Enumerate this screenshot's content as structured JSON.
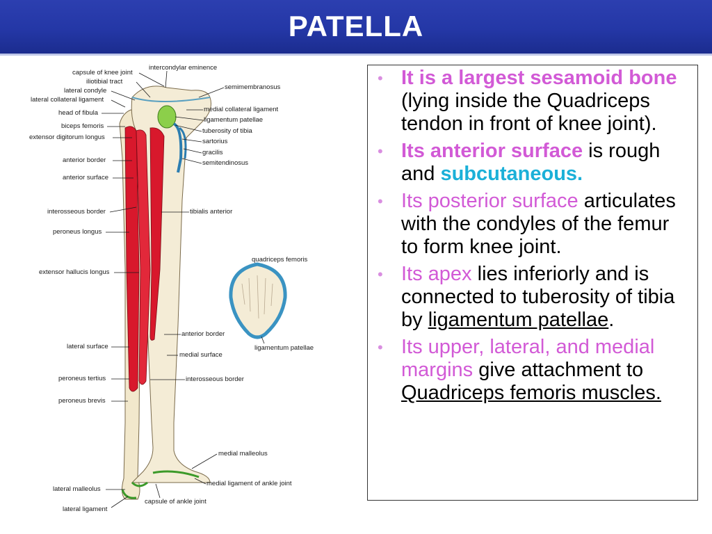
{
  "title": "PATELLA",
  "figure_labels": {
    "capsule_of_knee_joint": "capsule of knee joint",
    "intercondylar_eminence": "intercondylar eminence",
    "iliotibial_tract": "iliotibial tract",
    "lateral_condyle": "lateral condyle",
    "lateral_collateral_ligament": "lateral collateral ligament",
    "head_of_fibula": "head of fibula",
    "biceps_femoris": "biceps femoris",
    "extensor_digitorum_longus": "extensor digitorum longus",
    "anterior_border_left": "anterior border",
    "anterior_surface": "anterior surface",
    "interosseous_border_left": "interosseous border",
    "peroneus_longus": "peroneus longus",
    "extensor_hallucis_longus": "extensor hallucis longus",
    "lateral_surface": "lateral surface",
    "peroneus_tertius": "peroneus tertius",
    "peroneus_brevis": "peroneus brevis",
    "lateral_malleolus": "lateral malleolus",
    "lateral_ligament": "lateral ligament",
    "semimembranosus": "semimembranosus",
    "medial_collateral_ligament": "medial collateral ligament",
    "ligamentum_patellae_top": "ligamentum patellae",
    "tuberosity_of_tibia": "tuberosity of tibia",
    "sartorius": "sartorius",
    "gracilis": "gracilis",
    "semitendinosus": "semitendinosus",
    "tibialis_anterior": "tibialis anterior",
    "quadriceps_femoris": "quadriceps femoris",
    "ligamentum_patellae_inset": "ligamentum patellae",
    "anterior_border_right": "anterior border",
    "medial_surface": "medial surface",
    "interosseous_border_right": "interosseous border",
    "medial_malleolus": "medial malleolus",
    "medial_ligament_of_ankle_joint": "medial ligament of ankle joint",
    "capsule_of_ankle_joint": "capsule of ankle joint"
  },
  "bullets": {
    "b1": {
      "highlight": "It is a largest sesamoid bone",
      "rest": " (lying inside the Quadriceps tendon in front of knee joint)."
    },
    "b2": {
      "highlight": "Its anterior surface",
      "mid": " is rough and ",
      "cyan": "subcutaneous."
    },
    "b3": {
      "highlight": "Its posterior surface",
      "rest": " articulates with the condyles of the femur to form knee joint."
    },
    "b4": {
      "highlight": "Its apex",
      "mid": " lies inferiorly and is connected to tuberosity of tibia by ",
      "link": "ligamentum patellae",
      "end": "."
    },
    "b5": {
      "highlight": "Its upper, lateral, and medial margins",
      "mid": " give attachment to ",
      "link": "Quadriceps femoris muscles."
    }
  },
  "colors": {
    "title_bg": "#2437a6",
    "pink_text": "#d25ad6",
    "cyan_text": "#1bb0d8",
    "muscle_red": "#d8182c",
    "bone": "#f4ecd6",
    "cartilage_blue": "#3a93c2"
  }
}
